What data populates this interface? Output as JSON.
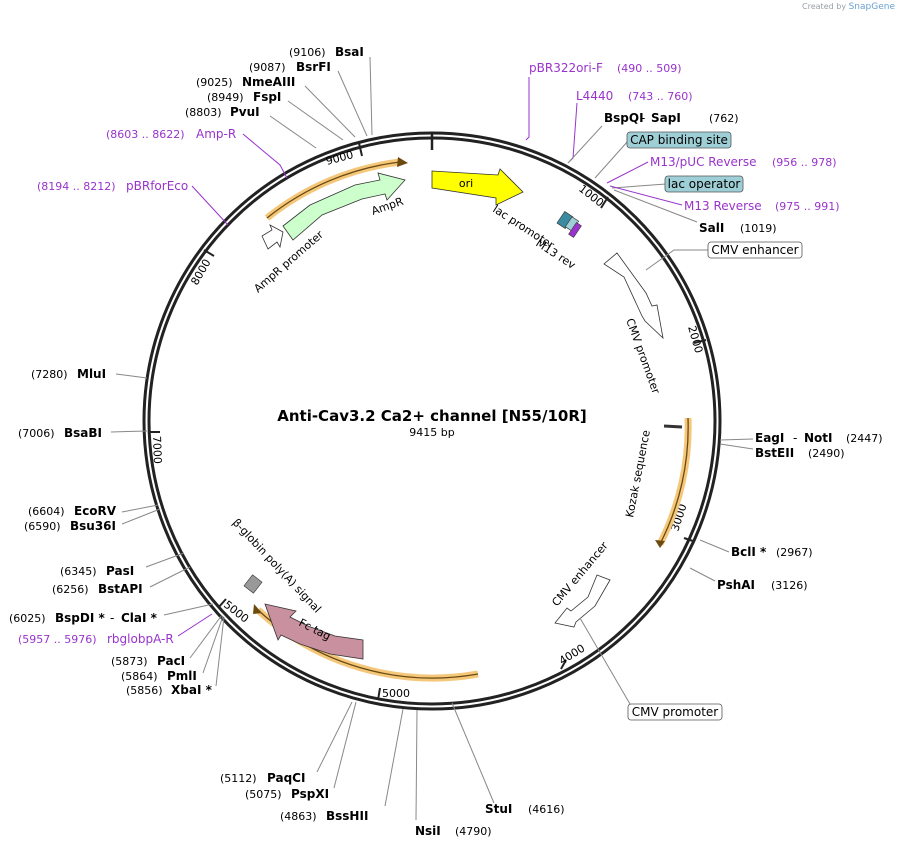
{
  "credit": {
    "prefix": "Created by",
    "brand": "SnapGene"
  },
  "plasmid": {
    "name": "Anti-Cav3.2 Ca2+ channel [N55/10R]",
    "size_label": "9415 bp"
  },
  "ticks": [
    "1000",
    "2000",
    "3000",
    "4000",
    "5000",
    "5000",
    "7000",
    "8000",
    "9000"
  ],
  "features": [
    {
      "id": "ori",
      "label": "ori",
      "color": "#ffff00"
    },
    {
      "id": "ampr",
      "label": "AmpR",
      "color": "#ccffcc"
    },
    {
      "id": "ampr-promoter",
      "label": "AmpR promoter",
      "color": "#ffffff"
    },
    {
      "id": "lac-promoter",
      "label": "lac promoter",
      "color": "#ffffff"
    },
    {
      "id": "m13-rev",
      "label": "M13 rev",
      "color": "#9933cc"
    },
    {
      "id": "cmv-promoter",
      "label": "CMV promoter",
      "color": "#ffffff"
    },
    {
      "id": "kozak",
      "label": "Kozak sequence",
      "color": "#ffffff"
    },
    {
      "id": "cmv-enhancer",
      "label": "CMV enhancer",
      "color": "#ffffff"
    },
    {
      "id": "fc-tag",
      "label": "Fc tag",
      "color": "#c9909f"
    },
    {
      "id": "bglobin",
      "label": "β-globin poly(A) signal",
      "color": "#999999"
    }
  ],
  "boxed_labels": [
    {
      "id": "cap",
      "text": "CAP binding site",
      "fill": "#9fcfd6"
    },
    {
      "id": "lacop",
      "text": "lac operator",
      "fill": "#9fcfd6"
    },
    {
      "id": "cmv-enh",
      "text": "CMV enhancer",
      "fill": "#ffffff"
    },
    {
      "id": "cmv-pro",
      "text": "CMV promoter",
      "fill": "#ffffff"
    }
  ],
  "primers": [
    {
      "id": "pbr322ori",
      "name": "pBR322ori-F",
      "range": "(490 .. 509)"
    },
    {
      "id": "l4440",
      "name": "L4440",
      "range": "(743 .. 760)"
    },
    {
      "id": "m13puc",
      "name": "M13/pUC Reverse",
      "range": "(956 .. 978)"
    },
    {
      "id": "m13r",
      "name": "M13 Reverse",
      "range": "(975 .. 991)"
    },
    {
      "id": "ampr-p",
      "name": "Amp-R",
      "range": "(8603 .. 8622)"
    },
    {
      "id": "pbrforeco",
      "name": "pBRforEco",
      "range": "(8194 .. 8212)"
    },
    {
      "id": "rbglobpa",
      "name": "rbglobpA-R",
      "range": "(5957 .. 5976)"
    }
  ],
  "sites": [
    {
      "id": "bsai",
      "name": "BsaI",
      "pos": "(9106)"
    },
    {
      "id": "bsrfi",
      "name": "BsrFI",
      "pos": "(9087)"
    },
    {
      "id": "nmeaiii",
      "name": "NmeAIII",
      "pos": "(9025)"
    },
    {
      "id": "fspi",
      "name": "FspI",
      "pos": "(8949)"
    },
    {
      "id": "pvui",
      "name": "PvuI",
      "pos": "(8803)"
    },
    {
      "id": "bspqi",
      "name": "BspQI",
      "name2": "SapI",
      "pos": "(762)"
    },
    {
      "id": "sali",
      "name": "SalI",
      "pos": "(1019)"
    },
    {
      "id": "eagi",
      "name": "EagI",
      "name2": "NotI",
      "pos": "(2447)"
    },
    {
      "id": "bsteii",
      "name": "BstEII",
      "pos": "(2490)"
    },
    {
      "id": "bcli",
      "name": "BclI *",
      "pos": "(2967)"
    },
    {
      "id": "pshai",
      "name": "PshAI",
      "pos": "(3126)"
    },
    {
      "id": "stui",
      "name": "StuI",
      "pos": "(4616)"
    },
    {
      "id": "nsii",
      "name": "NsiI",
      "pos": "(4790)"
    },
    {
      "id": "bsshii",
      "name": "BssHII",
      "pos": "(4863)"
    },
    {
      "id": "pspxi",
      "name": "PspXI",
      "pos": "(5075)"
    },
    {
      "id": "paqci",
      "name": "PaqCI",
      "pos": "(5112)"
    },
    {
      "id": "xbai",
      "name": "XbaI *",
      "pos": "(5856)"
    },
    {
      "id": "pmli",
      "name": "PmlI",
      "pos": "(5864)"
    },
    {
      "id": "paci",
      "name": "PacI",
      "pos": "(5873)"
    },
    {
      "id": "bspdi",
      "name": "BspDI *",
      "name2": "ClaI *",
      "pos": "(6025)"
    },
    {
      "id": "bstapi",
      "name": "BstAPI",
      "pos": "(6256)"
    },
    {
      "id": "pasi",
      "name": "PasI",
      "pos": "(6345)"
    },
    {
      "id": "bsu36i",
      "name": "Bsu36I",
      "pos": "(6590)"
    },
    {
      "id": "ecorv",
      "name": "EcoRV",
      "pos": "(6604)"
    },
    {
      "id": "bsabi",
      "name": "BsaBI",
      "pos": "(7006)"
    },
    {
      "id": "mlui",
      "name": "MluI",
      "pos": "(7280)"
    }
  ]
}
